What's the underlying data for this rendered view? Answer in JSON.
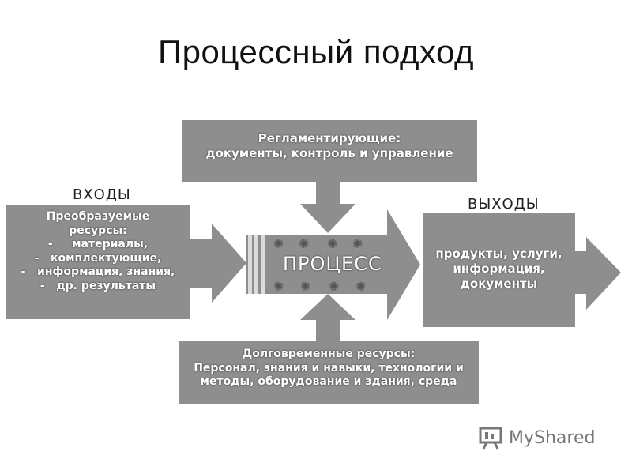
{
  "slide": {
    "title": "Процессный подход"
  },
  "diagram": {
    "inputs_label": "ВХОДЫ",
    "outputs_label": "ВЫХОДЫ",
    "top_box": {
      "line1": "Регламентирующие:",
      "line2": "документы, контроль и управление"
    },
    "left_box": {
      "line1": "Преобразуемые",
      "line2": "ресурсы:",
      "line3": "-     материалы,",
      "line4": "-   комплектующие,",
      "line5": "-   информация, знания,",
      "line6": "-   др. результаты"
    },
    "process_label": "ПРОЦЕСС",
    "right_box": {
      "line1": "продукты, услуги,",
      "line2": "информация,",
      "line3": "документы"
    },
    "bottom_box": {
      "line1": "Долговременные ресурсы:",
      "line2": "Персонал, знания и навыки, технологии и",
      "line3": "методы, оборудование и здания, среда"
    },
    "gear_icon_name": "gear-icon"
  },
  "logo": {
    "text": "MyShared",
    "icon": "presentation-board-icon"
  }
}
